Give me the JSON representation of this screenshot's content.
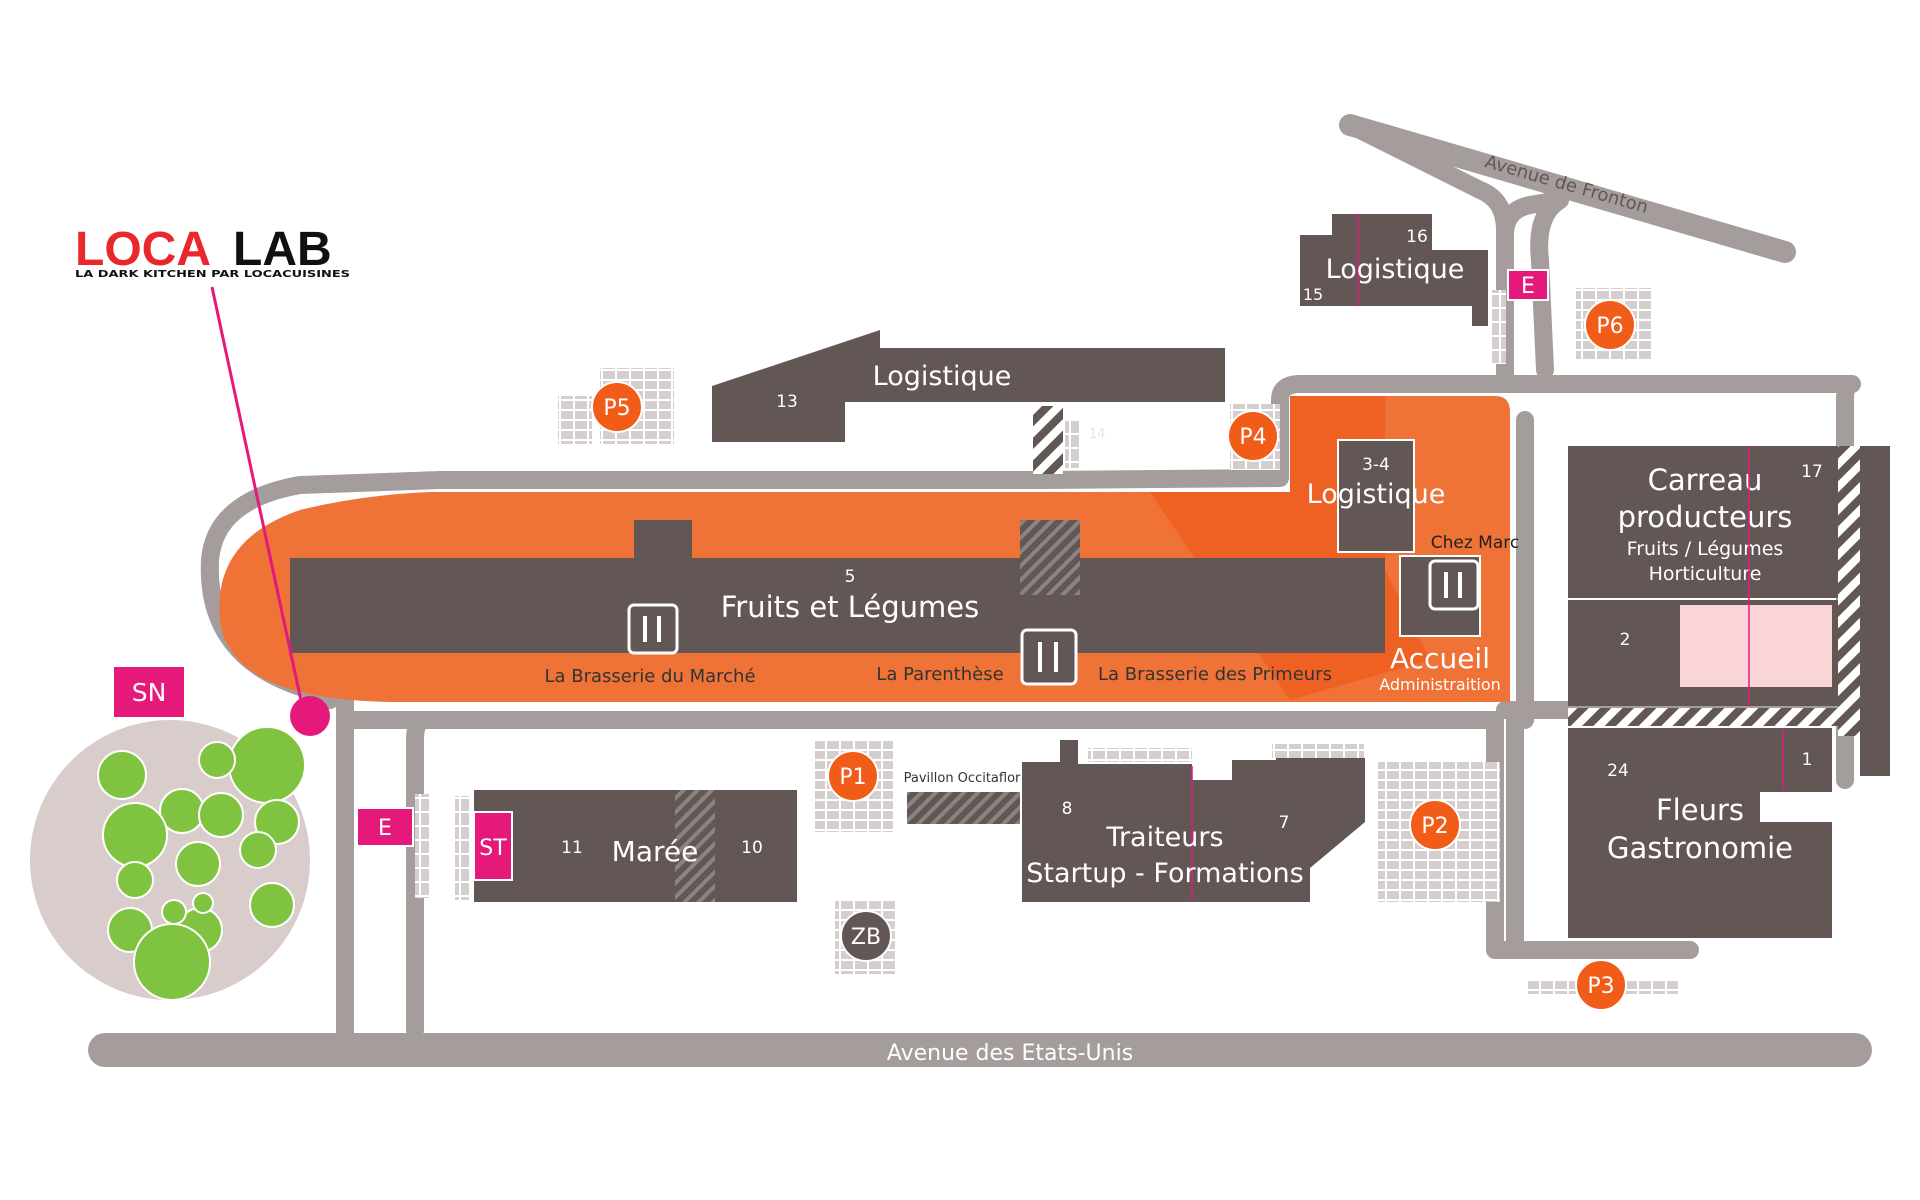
{
  "colors": {
    "road": "#a59d9b",
    "building": "#625754",
    "zone": "#ef7236",
    "zone_dark": "#f05a1a",
    "parking": "#f25c19",
    "entrance": "#e5197a",
    "tree": "#80c341",
    "pink_area": "#f9d5d7",
    "logo_red": "#e8282d",
    "marker": "#e5197a"
  },
  "logo": {
    "part1": "LOCA",
    "part2": "LAB",
    "tagline": "LA DARK KITCHEN PAR LOCACUISINES"
  },
  "roads": {
    "fronton": "Avenue de Fronton",
    "etats_unis": "Avenue des Etats-Unis"
  },
  "buildings": {
    "logistique_16": {
      "name": "Logistique",
      "n1": "16",
      "n2": "15"
    },
    "logistique_13": {
      "name": "Logistique",
      "num": "13"
    },
    "n14": "14",
    "logistique_34": {
      "name": "Logistique",
      "num": "3-4"
    },
    "fruits": {
      "name": "Fruits et Légumes",
      "num": "5"
    },
    "carreau": {
      "line1": "Carreau",
      "line2": "producteurs",
      "line3": "Fruits / Légumes",
      "line4": "Horticulture",
      "num": "17"
    },
    "num2": "2",
    "accueil": {
      "name": "Accueil",
      "sub": "Administraition"
    },
    "maree": {
      "name": "Marée",
      "n11": "11",
      "n10": "10"
    },
    "traiteurs": {
      "line1": "Traiteurs",
      "line2": "Startup - Formations",
      "n8": "8",
      "n7": "7"
    },
    "fleurs": {
      "line1": "Fleurs",
      "line2": "Gastronomie",
      "n24": "24",
      "n1": "1"
    },
    "occitaflor": "Pavillon Occitaflor"
  },
  "restaurants": {
    "chez_marc": "Chez Marc",
    "brasserie_marche": "La Brasserie du Marché",
    "parenthese": "La Parenthèse",
    "brasserie_primeurs": "La Brasserie des Primeurs"
  },
  "parkings": [
    "P1",
    "P2",
    "P3",
    "P4",
    "P5",
    "P6"
  ],
  "entrances": {
    "e": "E",
    "sn": "SN",
    "st": "ST"
  },
  "zb": "ZB"
}
